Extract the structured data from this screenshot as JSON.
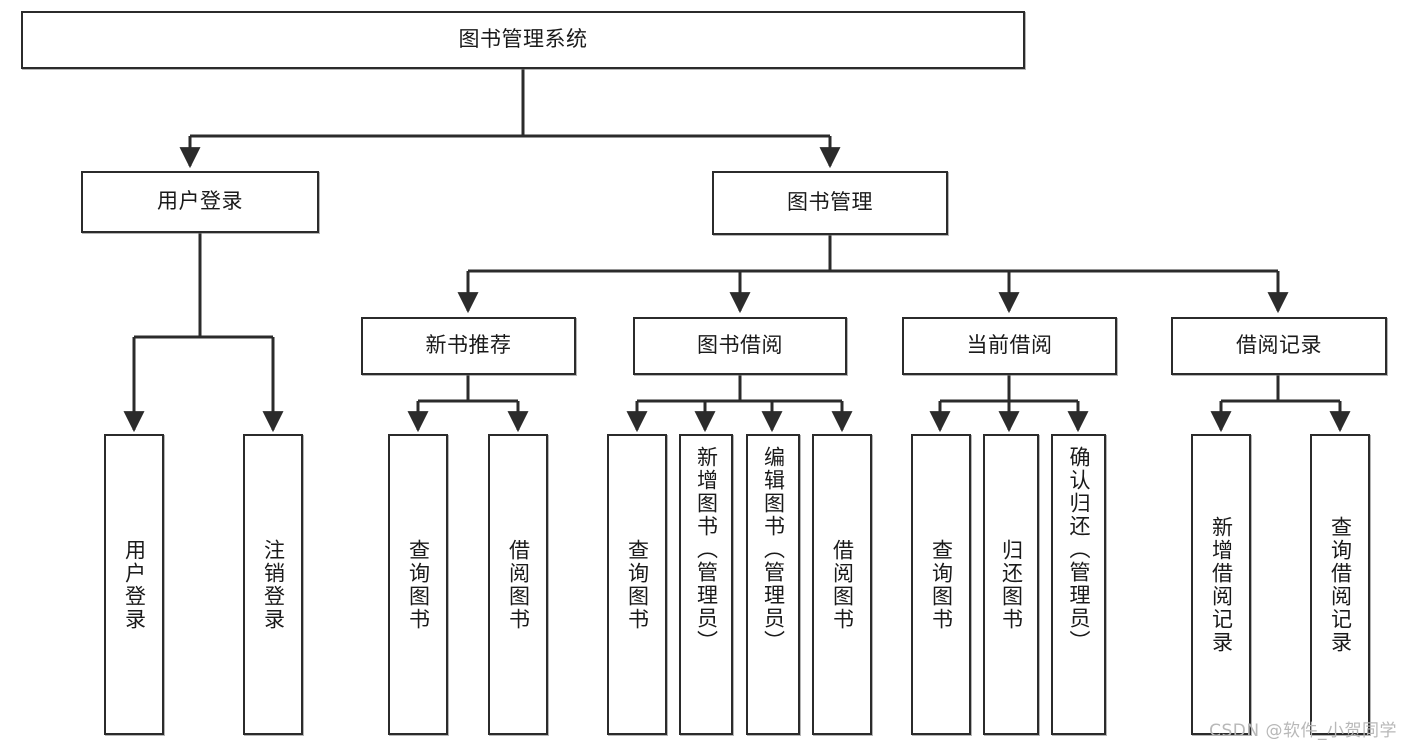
{
  "diagram": {
    "title": "图书管理系统",
    "type": "tree-hierarchy-diagram",
    "watermark": "CSDN @软件_小贺同学",
    "colors": {
      "background": "#ffffff",
      "box_border": "#2b2b2b",
      "box_fill": "#ffffff",
      "connector": "#2b2b2b",
      "text": "#1a1a1a",
      "watermark": "#b8b8b8"
    },
    "root": {
      "label": "图书管理系统"
    },
    "level2": [
      {
        "label": "用户登录"
      },
      {
        "label": "图书管理"
      }
    ],
    "level3": [
      {
        "label": "新书推荐"
      },
      {
        "label": "图书借阅"
      },
      {
        "label": "当前借阅"
      },
      {
        "label": "借阅记录"
      }
    ],
    "leaves": {
      "user_login": [
        {
          "label": "用户登录"
        },
        {
          "label": "注销登录"
        }
      ],
      "new_book_recommend": [
        {
          "label": "查询图书"
        },
        {
          "label": "借阅图书"
        }
      ],
      "book_borrow": [
        {
          "label": "查询图书"
        },
        {
          "label": "新增图书（管理员）"
        },
        {
          "label": "编辑图书（管理员）"
        },
        {
          "label": "借阅图书"
        }
      ],
      "current_borrow": [
        {
          "label": "查询图书"
        },
        {
          "label": "归还图书"
        },
        {
          "label": "确认归还（管理员）"
        }
      ],
      "borrow_records": [
        {
          "label": "新增借阅记录"
        },
        {
          "label": "查询借阅记录"
        }
      ]
    }
  }
}
